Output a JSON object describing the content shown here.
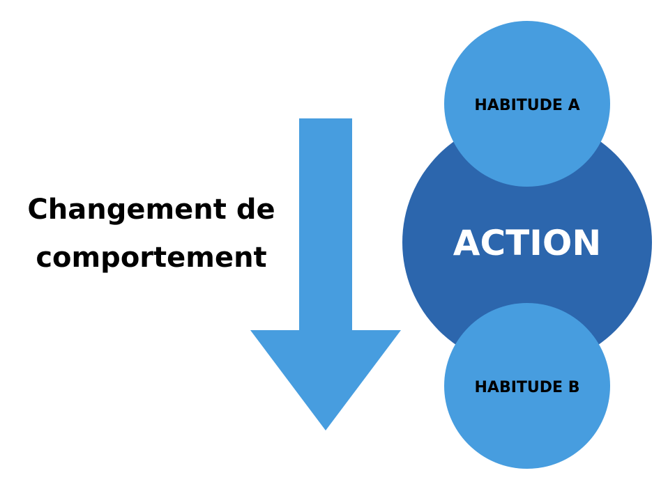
{
  "colors": {
    "light_blue": "#479ddf",
    "dark_blue": "#2c66ad",
    "text_dark": "#000000",
    "text_light": "#ffffff"
  },
  "left_label": {
    "line1": "Changement de",
    "line2": "comportement"
  },
  "action_label": "ACTION",
  "habits": {
    "a": "HABITUDE A",
    "b": "HABITUDE B"
  }
}
